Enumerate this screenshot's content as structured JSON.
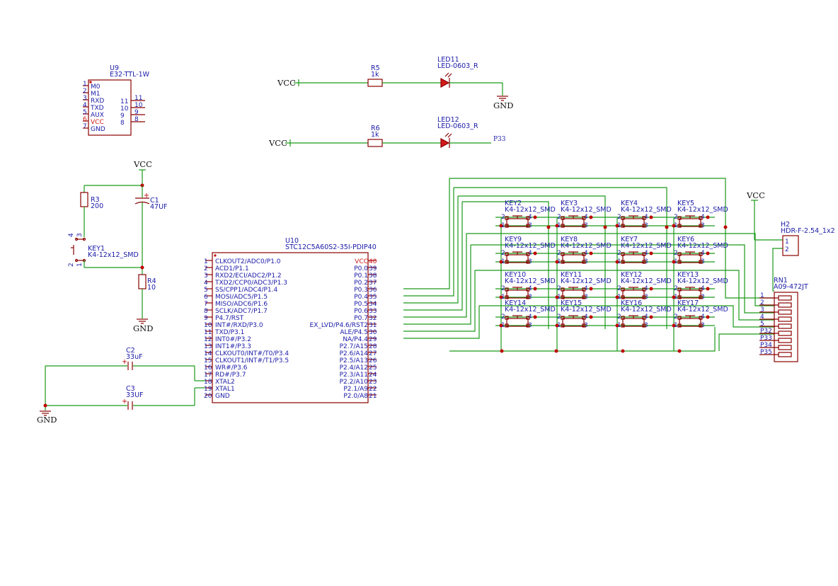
{
  "nets": {
    "vcc": "VCC",
    "gnd": "GND",
    "p33": "P33"
  },
  "u9": {
    "ref": "U9",
    "value": "E32-TTL-1W",
    "left_pins": [
      {
        "num": "1",
        "name": "M0"
      },
      {
        "num": "2",
        "name": "M1"
      },
      {
        "num": "3",
        "name": "RXD"
      },
      {
        "num": "4",
        "name": "TXD"
      },
      {
        "num": "5",
        "name": "AUX"
      },
      {
        "num": "6",
        "name": "VCC"
      },
      {
        "num": "7",
        "name": "GND"
      }
    ],
    "right_pins": [
      {
        "inner": "11",
        "outer": "11"
      },
      {
        "inner": "10",
        "outer": "10"
      },
      {
        "inner": "9",
        "outer": "9"
      },
      {
        "inner": "8",
        "outer": "8"
      }
    ]
  },
  "r5": {
    "ref": "R5",
    "value": "1k"
  },
  "r6": {
    "ref": "R6",
    "value": "1k"
  },
  "led11": {
    "ref": "LED11",
    "value": "LED-0603_R"
  },
  "led12": {
    "ref": "LED12",
    "value": "LED-0603_R"
  },
  "r3": {
    "ref": "R3",
    "value": "200"
  },
  "r4": {
    "ref": "R4",
    "value": "10"
  },
  "c1": {
    "ref": "C1",
    "value": "47UF"
  },
  "c2": {
    "ref": "C2",
    "value": "33uF"
  },
  "c3": {
    "ref": "C3",
    "value": "33UF"
  },
  "key1": {
    "ref": "KEY1",
    "value": "K4-12x12_SMD",
    "pins": [
      "4",
      "3",
      "2",
      "1"
    ]
  },
  "u10": {
    "ref": "U10",
    "value": "STC12C5A60S2-35I-PDIP40",
    "left": [
      {
        "n": "1",
        "s": "CLKOUT2/ADC0/P1.0"
      },
      {
        "n": "2",
        "s": "ACD1/P1.1"
      },
      {
        "n": "3",
        "s": "RXD2/ECI/ADC2/P1.2"
      },
      {
        "n": "4",
        "s": "TXD2/CCP0/ADC3/P1.3"
      },
      {
        "n": "5",
        "s": "SS/CPP1/ADC4/P1.4"
      },
      {
        "n": "6",
        "s": "MOSI/ADC5/P1.5"
      },
      {
        "n": "7",
        "s": "MISO/ADC6/P1.6"
      },
      {
        "n": "8",
        "s": "SCLK/ADC7/P1.7"
      },
      {
        "n": "9",
        "s": "P4.7/RST"
      },
      {
        "n": "10",
        "s": "INT#/RXD/P3.0"
      },
      {
        "n": "11",
        "s": "TXD/P3.1"
      },
      {
        "n": "12",
        "s": "INT0#/P3.2"
      },
      {
        "n": "13",
        "s": "INT1#/P3.3"
      },
      {
        "n": "14",
        "s": "CLKOUT0/INT#/T0/P3.4"
      },
      {
        "n": "15",
        "s": "CLKOUT1/INT#/T1/P3.5"
      },
      {
        "n": "16",
        "s": "WR#/P3.6"
      },
      {
        "n": "17",
        "s": "RD#/P3.7"
      },
      {
        "n": "18",
        "s": "XTAL2"
      },
      {
        "n": "19",
        "s": "XTAL1"
      },
      {
        "n": "20",
        "s": "GND"
      }
    ],
    "right": [
      {
        "n": "40",
        "s": "VCC"
      },
      {
        "n": "39",
        "s": "P0.0"
      },
      {
        "n": "38",
        "s": "P0.1"
      },
      {
        "n": "37",
        "s": "P0.2"
      },
      {
        "n": "36",
        "s": "P0.3"
      },
      {
        "n": "35",
        "s": "P0.4"
      },
      {
        "n": "34",
        "s": "P0.5"
      },
      {
        "n": "33",
        "s": "P0.6"
      },
      {
        "n": "32",
        "s": "P0.7"
      },
      {
        "n": "31",
        "s": "EX_LVD/P4.6/RST2"
      },
      {
        "n": "30",
        "s": "ALE/P4.5"
      },
      {
        "n": "29",
        "s": "NA/P4.4"
      },
      {
        "n": "28",
        "s": "P2.7/A15"
      },
      {
        "n": "27",
        "s": "P2.6/A14"
      },
      {
        "n": "26",
        "s": "P2.5/A13"
      },
      {
        "n": "25",
        "s": "P2.4/A12"
      },
      {
        "n": "24",
        "s": "P2.3/A11"
      },
      {
        "n": "23",
        "s": "P2.2/A10"
      },
      {
        "n": "22",
        "s": "P2.1/A9"
      },
      {
        "n": "21",
        "s": "P2.0/A8"
      }
    ]
  },
  "keys": [
    {
      "ref": "KEY2",
      "value": "K4-12x12_SMD"
    },
    {
      "ref": "KEY3",
      "value": "K4-12x12_SMD"
    },
    {
      "ref": "KEY4",
      "value": "K4-12x12_SMD"
    },
    {
      "ref": "KEY5",
      "value": "K4-12x12_SMD"
    },
    {
      "ref": "KEY9",
      "value": "K4-12x12_SMD"
    },
    {
      "ref": "KEY8",
      "value": "K4-12x12_SMD"
    },
    {
      "ref": "KEY7",
      "value": "K4-12x12_SMD"
    },
    {
      "ref": "KEY6",
      "value": "K4-12x12_SMD"
    },
    {
      "ref": "KEY10",
      "value": "K4-12x12_SMD"
    },
    {
      "ref": "KEY11",
      "value": "K4-12x12_SMD"
    },
    {
      "ref": "KEY12",
      "value": "K4-12x12_SMD"
    },
    {
      "ref": "KEY13",
      "value": "K4-12x12_SMD"
    },
    {
      "ref": "KEY14",
      "value": "K4-12x12_SMD"
    },
    {
      "ref": "KEY15",
      "value": "K4-12x12_SMD"
    },
    {
      "ref": "KEY16",
      "value": "K4-12x12_SMD"
    },
    {
      "ref": "KEY17",
      "value": "K4-12x12_SMD"
    }
  ],
  "key_pins": [
    "2",
    "4",
    "1",
    "3"
  ],
  "h2": {
    "ref": "H2",
    "value": "HDR-F-2.54_1x2",
    "pins": [
      "1",
      "2"
    ]
  },
  "rn1": {
    "ref": "RN1",
    "value": "A09-472JT",
    "pins": [
      "1",
      "2",
      "3",
      "4",
      "5",
      "P32",
      "P33",
      "P34",
      "P35"
    ]
  }
}
